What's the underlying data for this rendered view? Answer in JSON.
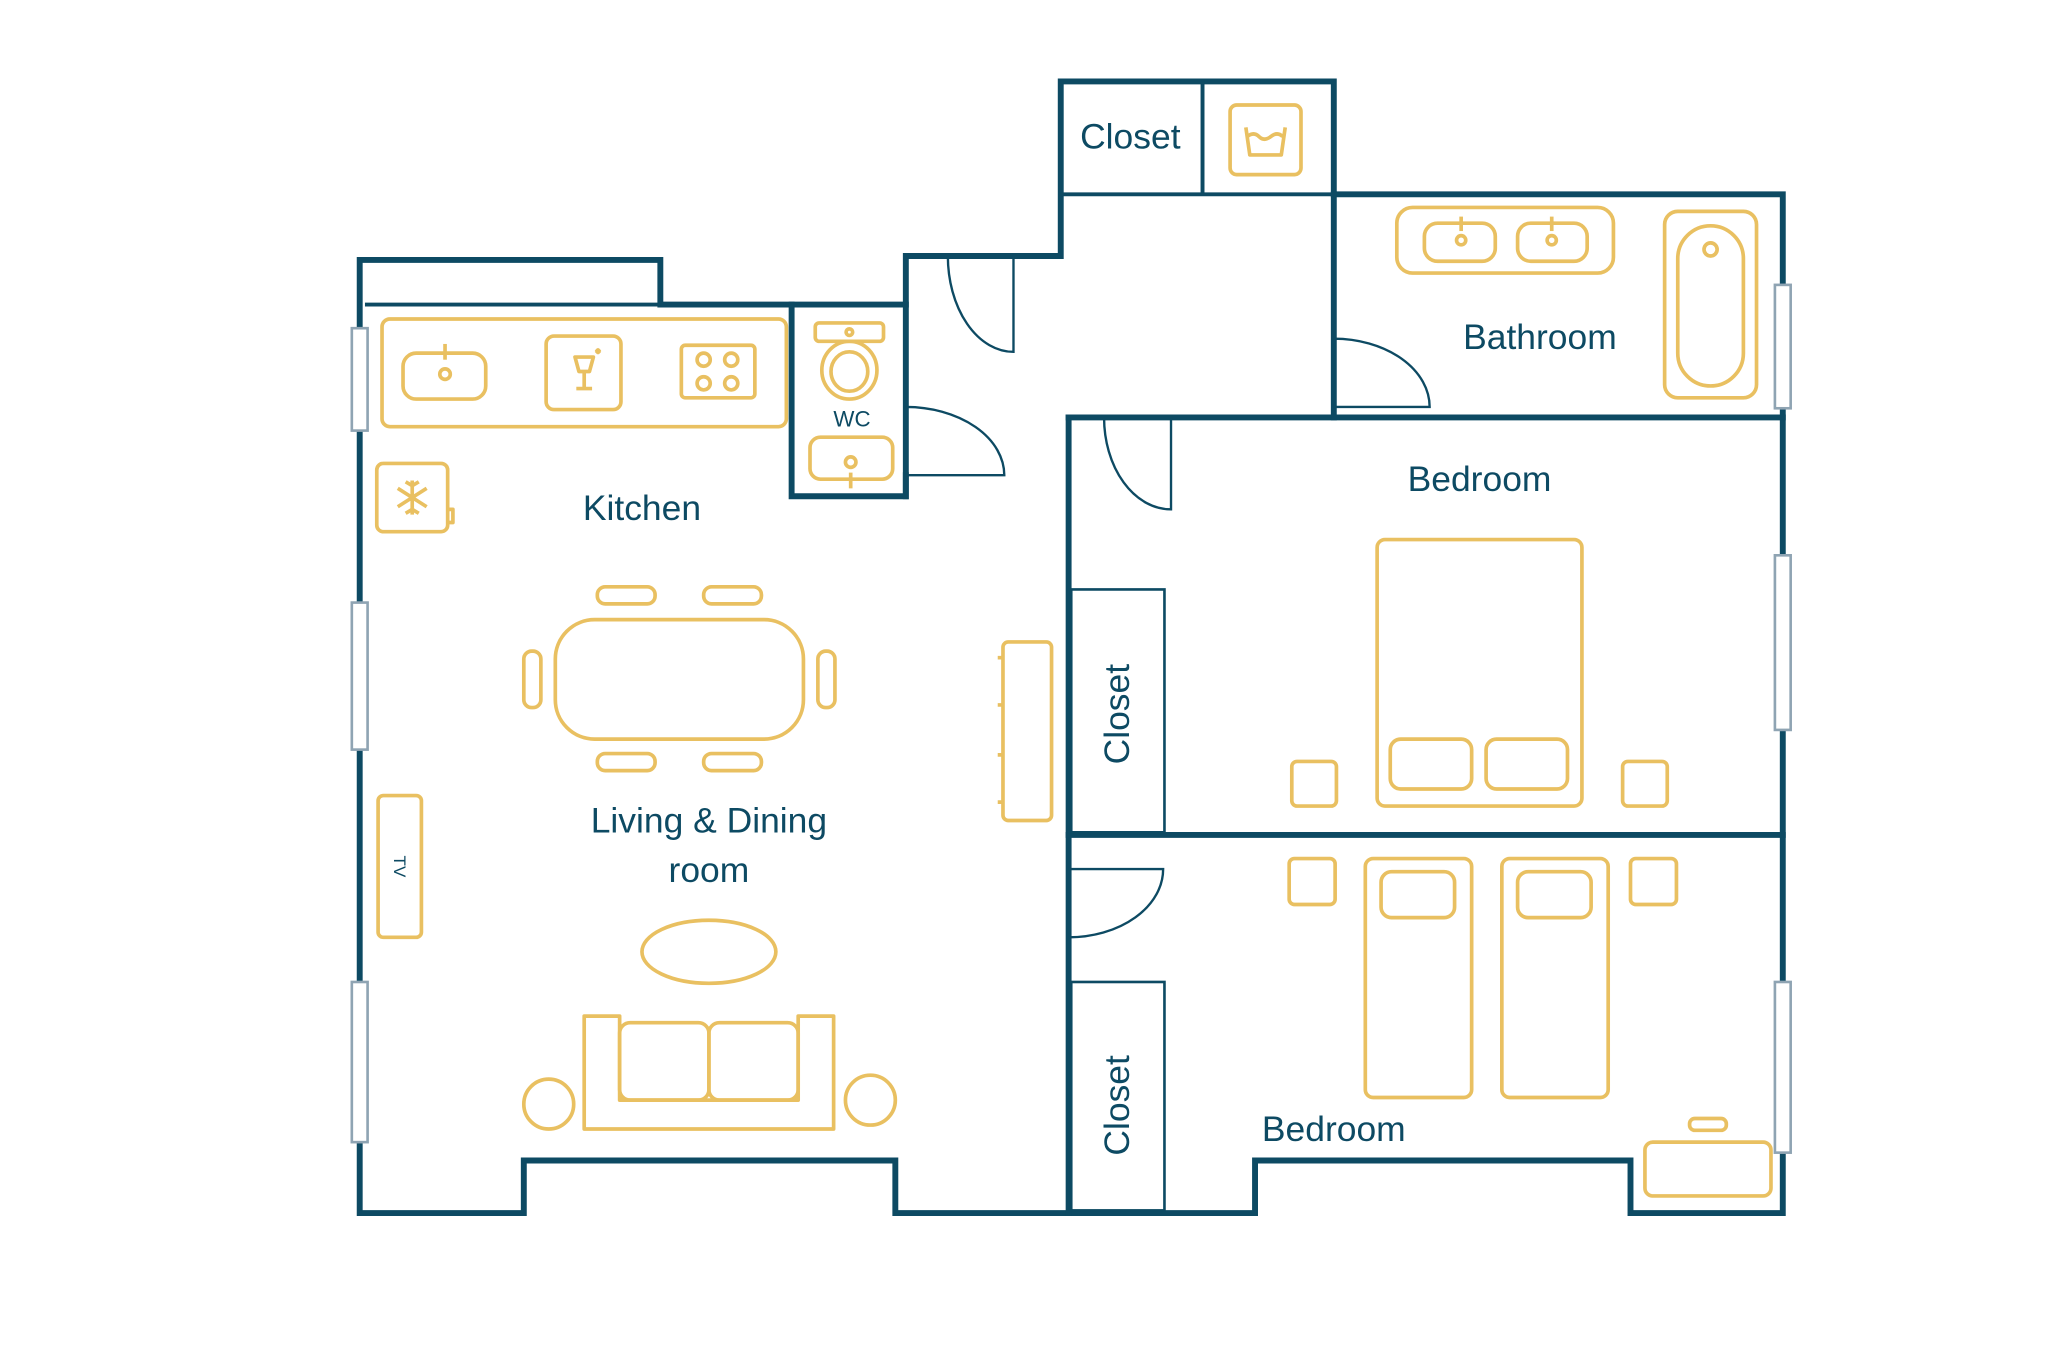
{
  "colors": {
    "wall": "#0d4a63",
    "furniture": "#e9c061",
    "window": "#8fa4b3",
    "background": "#ffffff"
  },
  "labels": {
    "closet_top": "Closet",
    "bathroom": "Bathroom",
    "wc": "WC",
    "kitchen": "Kitchen",
    "bedroom_upper": "Bedroom",
    "closet_mid": "Closet",
    "living_line1": "Living & Dining",
    "living_line2": "room",
    "tv": "TV",
    "closet_low": "Closet",
    "bedroom_lower": "Bedroom"
  },
  "icons": [
    "sink-icon",
    "wine-glass-icon",
    "stove-icon",
    "fridge-icon",
    "toilet-icon",
    "washing-machine-icon",
    "bathtub-icon",
    "bed-icon",
    "sofa-icon",
    "dining-table-icon",
    "tv-icon"
  ]
}
